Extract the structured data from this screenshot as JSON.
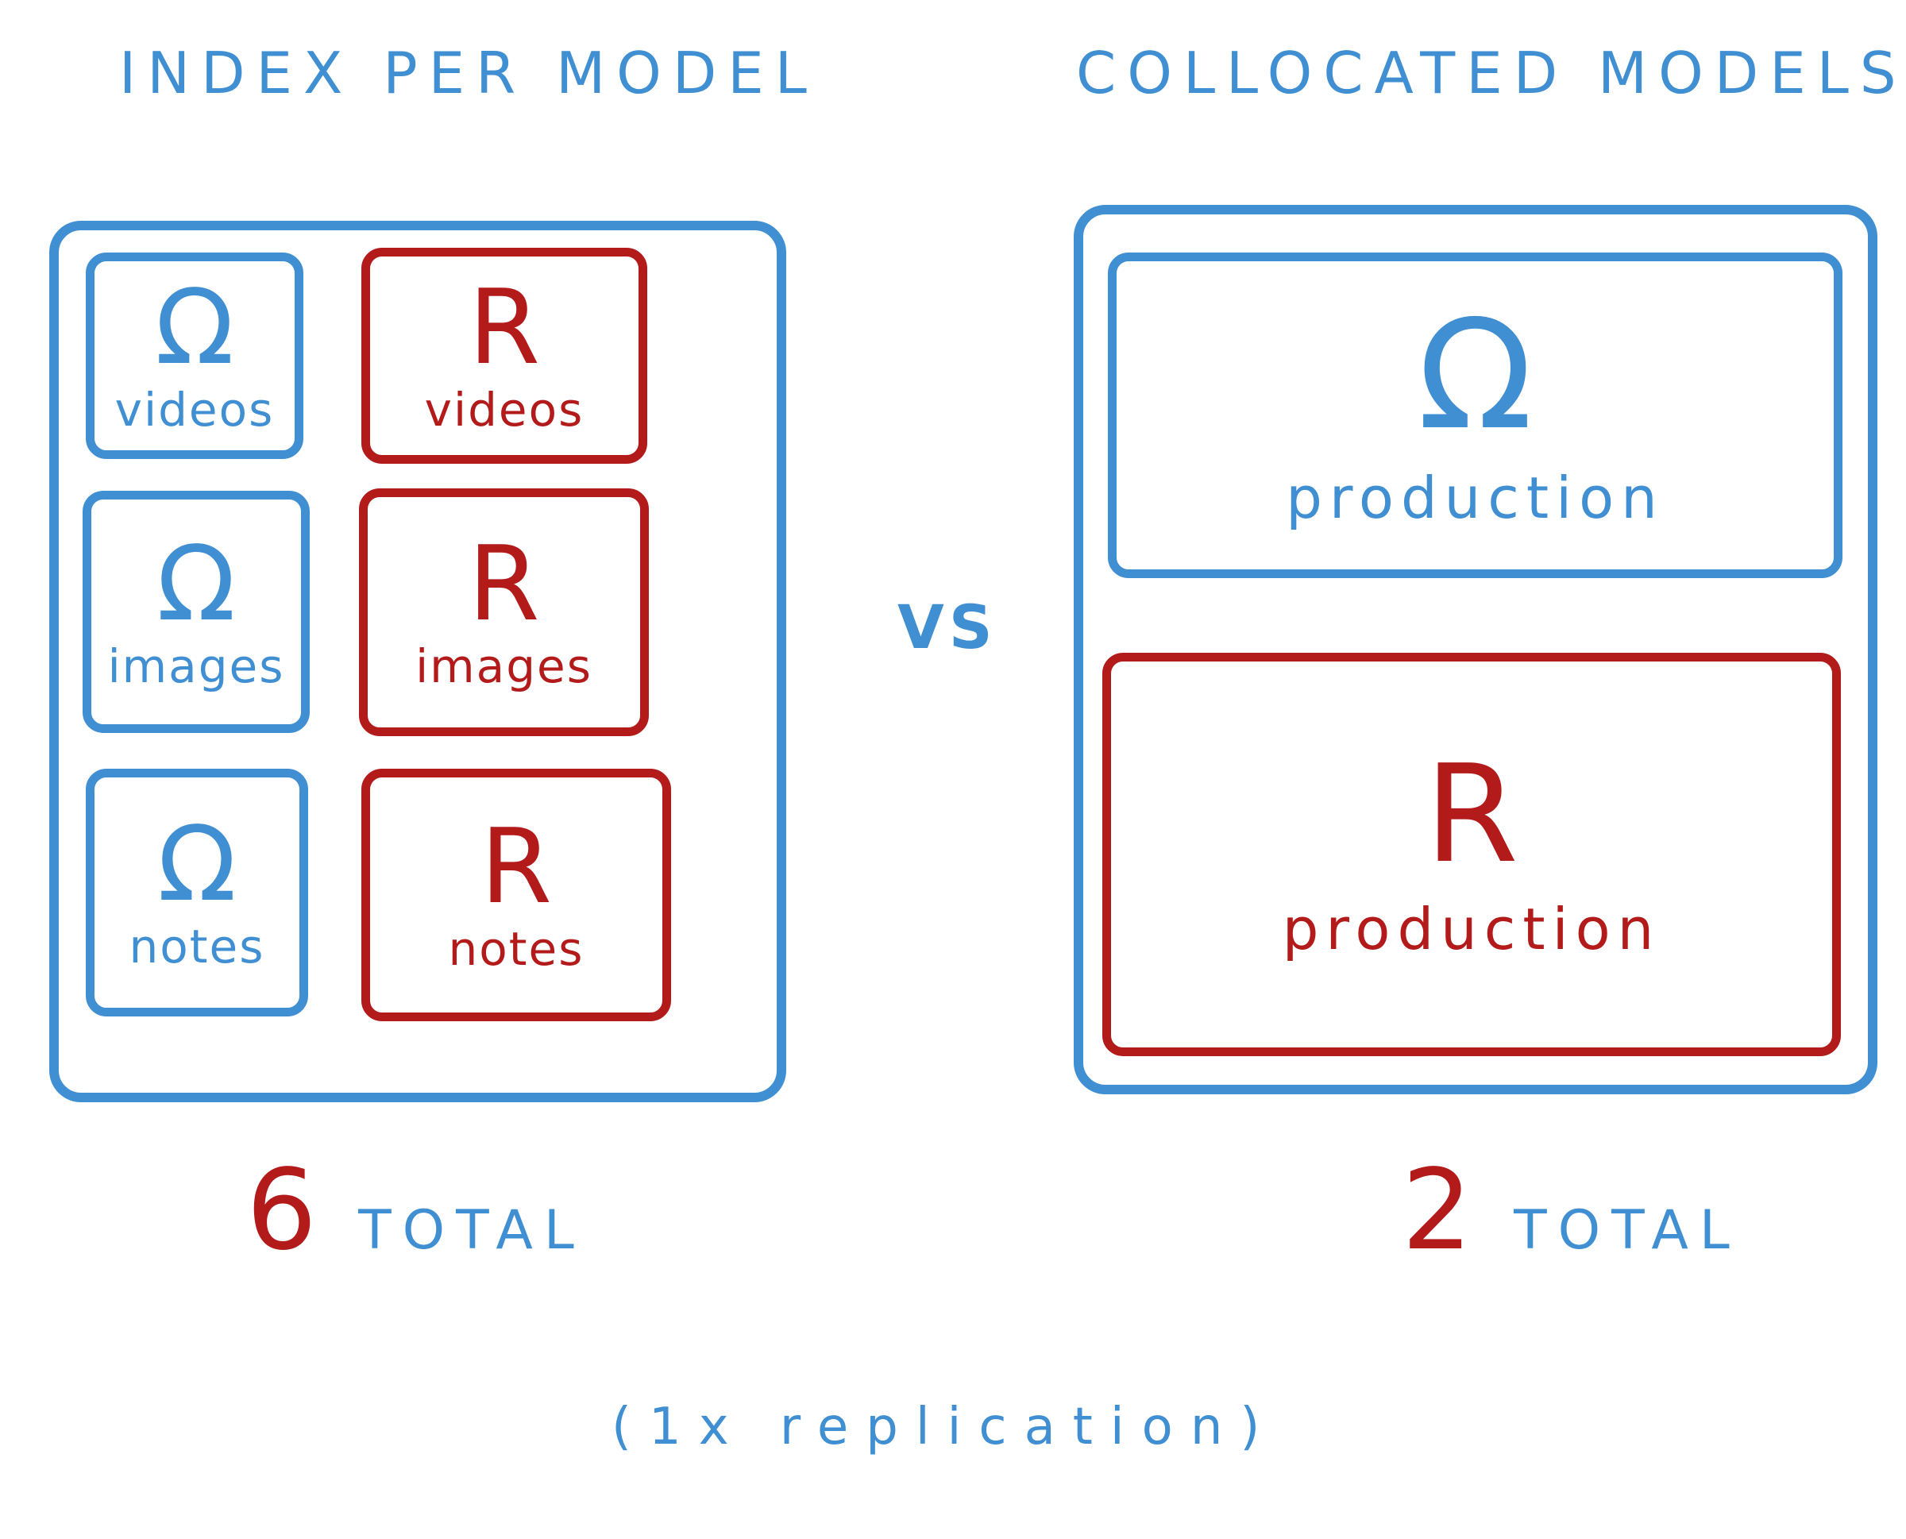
{
  "headings": {
    "left": "INDEX PER MODEL",
    "right": "COLLOCATED MODELS"
  },
  "icons": {
    "omega": "Ω",
    "r": "R"
  },
  "left_panel": {
    "rows": [
      {
        "omega_label": "videos",
        "r_label": "videos"
      },
      {
        "omega_label": "images",
        "r_label": "images"
      },
      {
        "omega_label": "notes",
        "r_label": "notes"
      }
    ],
    "total_number": "6",
    "total_word": "TOTAL"
  },
  "separator": "VS",
  "right_panel": {
    "omega_label": "production",
    "r_label": "production",
    "total_number": "2",
    "total_word": "TOTAL"
  },
  "footnote": "(1x replication)",
  "colors": {
    "blue": "#3f8fd2",
    "red": "#b31b1b"
  }
}
